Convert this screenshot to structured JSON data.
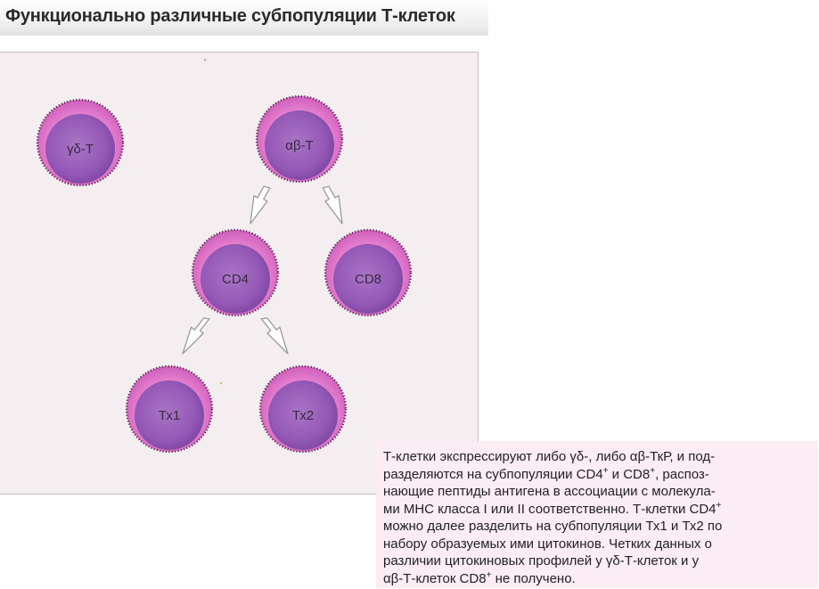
{
  "title": "Функционально различные субпопуляции Т-клеток",
  "cells": {
    "gd_t": "γδ-Т",
    "ab_t": "αβ-Т",
    "cd4": "CD4",
    "cd8": "CD8",
    "th1": "Тх1",
    "th2": "Тх2"
  },
  "caption": {
    "line1": "Т-клетки экспрессируют либо γδ-, либо αβ-ТкР, и под-",
    "line2_a": "разделяются на субпопуляции CD4",
    "line2_b": " и CD8",
    "line2_c": ", распоз-",
    "line3": "нающие  пептиды антигена в ассоциации с молекула-",
    "line4_a": "ми МНС класса I или II соответственно. Т-клетки CD4",
    "line5": "можно далее разделить на субпопуляции Тх1 и Тх2 по",
    "line6": "набору образуемых ими цитокинов. Четких данных о",
    "line7": "различии цитокиновых профилей у γδ-Т-клеток и у",
    "line8_a": "αβ-Т-клеток CD8",
    "line8_b": " не получено.",
    "sup_plus": "+"
  },
  "colors": {
    "cell_outer": "#d86cc0",
    "cell_inner": "#9a5cb8",
    "panel_bg": "#f4eef1",
    "caption_bg": "#fcecf4"
  }
}
